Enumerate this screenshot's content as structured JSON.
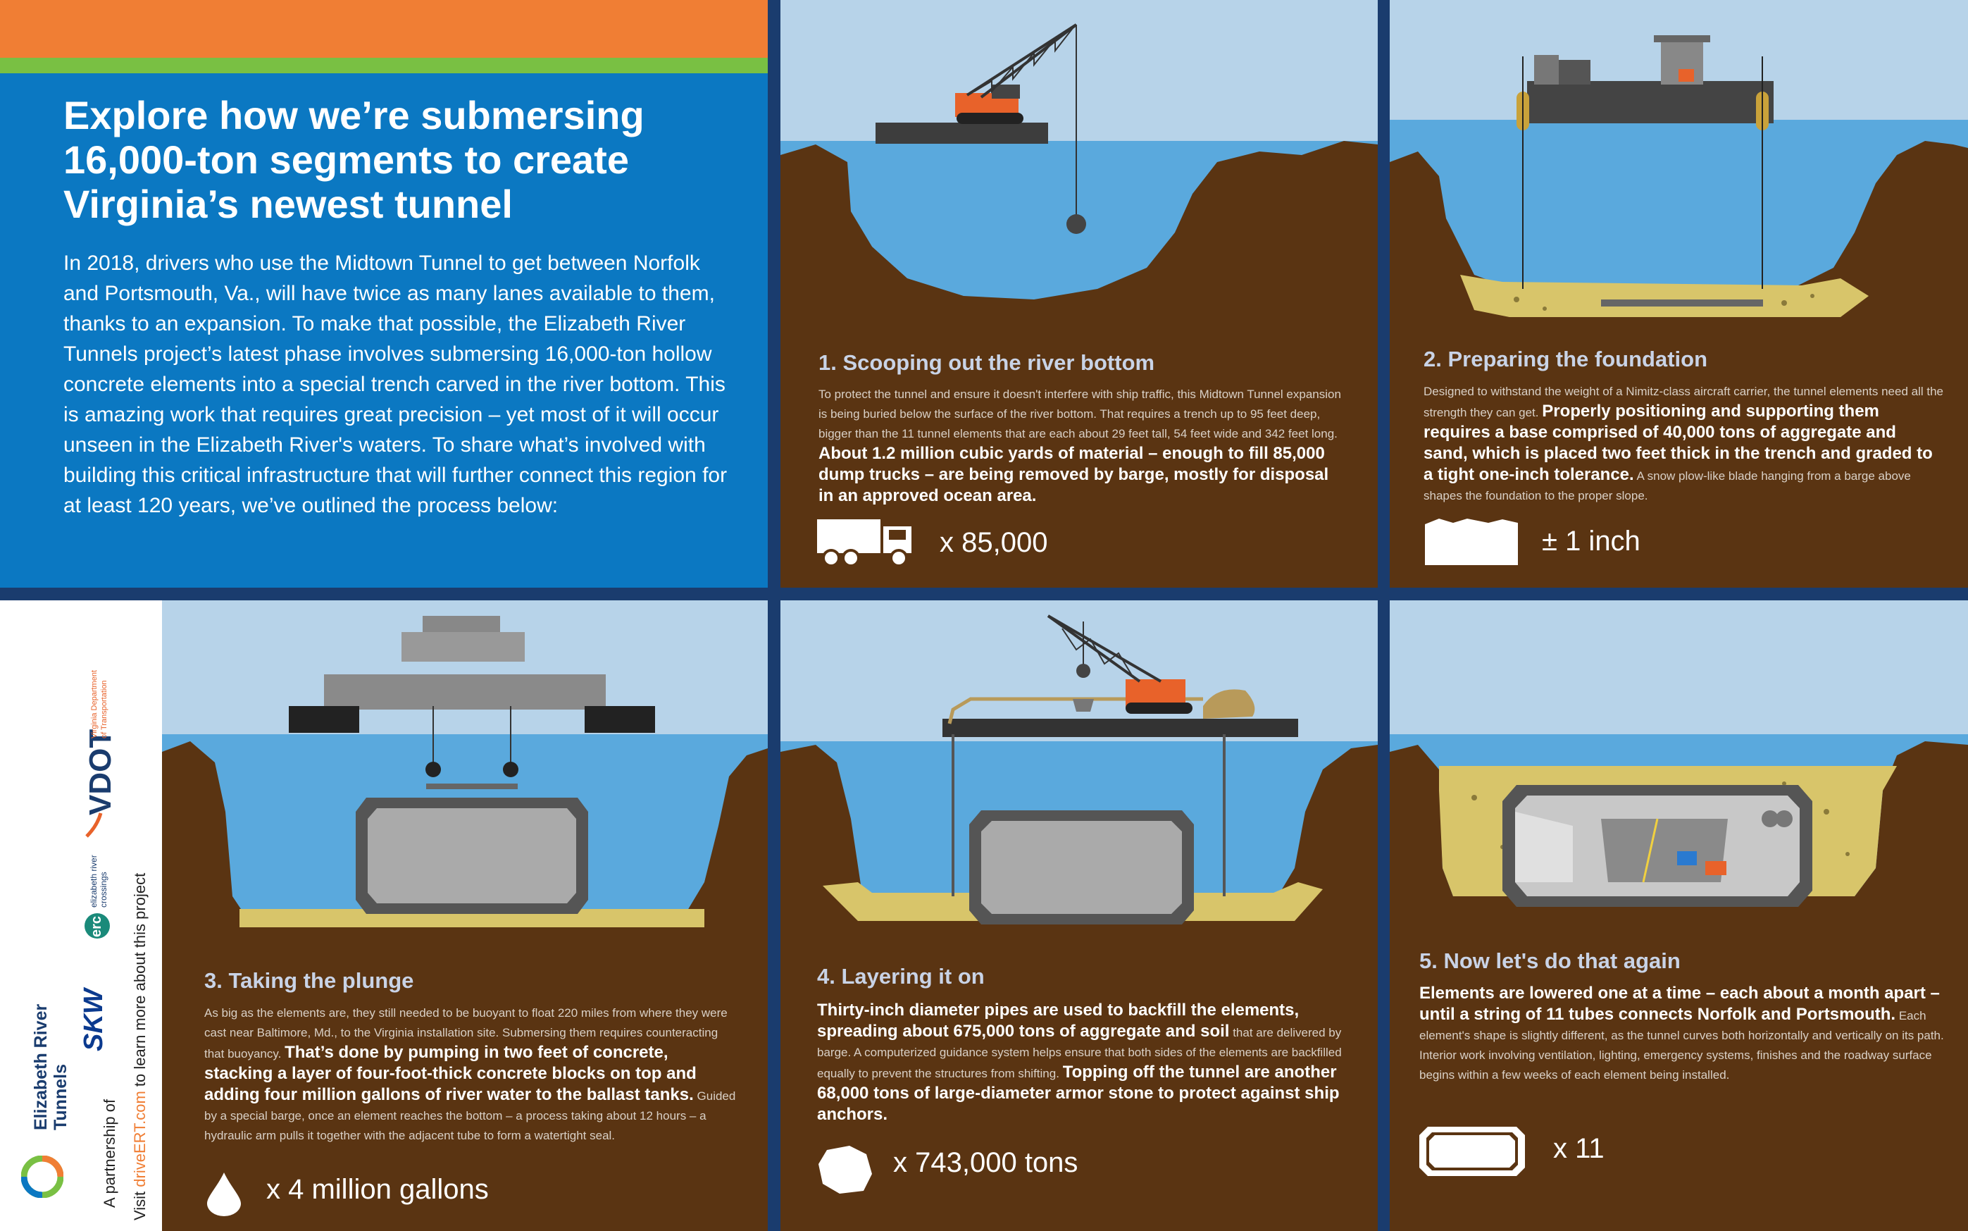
{
  "intro": {
    "title": "Explore how we’re submersing 16,000-ton segments to create Virginia’s newest tunnel",
    "body": "In 2018, drivers who use the Midtown Tunnel to get between Norfolk and Portsmouth, Va., will have twice as many lanes available to them, thanks to an expansion. To make that possible, the Elizabeth River Tunnels project’s latest phase involves submersing 16,000-ton hollow concrete elements into a special trench carved in the river bottom. This is amazing work that requires great precision – yet most of it will occur unseen in the Elizabeth River's waters. To share what’s involved with building this critical infrastructure that will further connect this region for at least 120 years, we’ve outlined the process below:"
  },
  "steps": [
    {
      "title": "1. Scooping out the river bottom",
      "body_a": "To protect the tunnel and ensure it doesn't interfere with ship traffic, this Midtown Tunnel expansion is being buried below the surface of the river bottom. That requires a trench up to 95 feet deep, bigger than the 11 tunnel elements that are each about 29 feet tall, 54 feet wide and 342 feet long.",
      "body_b": "About 1.2 million cubic yards of material – enough to fill 85,000 dump trucks – are being removed by barge, mostly for disposal in an approved ocean area.",
      "body_c": "",
      "stat": "x 85,000",
      "stat_icon": "dump-truck-icon"
    },
    {
      "title": "2. Preparing the foundation",
      "body_a": "Designed to withstand the weight of a Nimitz-class aircraft carrier, the tunnel elements need all the strength they can get.",
      "body_b": "Properly positioning and supporting them requires a base comprised of 40,000 tons of aggregate and sand, which is placed two feet thick in the trench and graded to a tight one-inch tolerance.",
      "body_c": "A snow plow-like blade hanging from a barge above shapes the foundation to the proper slope.",
      "stat": "± 1 inch",
      "stat_icon": "graded-surface-icon"
    },
    {
      "title": "3. Taking the plunge",
      "body_a": "As big as the elements are, they still needed to be buoyant to float 220 miles from where they were cast near Baltimore, Md., to the Virginia installation site. Submersing them requires counteracting that buoyancy.",
      "body_b": "That’s done by pumping in two feet of concrete, stacking a layer of four-foot-thick concrete blocks on top and adding four million gallons of river water to the ballast tanks.",
      "body_c": "Guided by a special barge, once an element reaches the bottom – a process taking about 12 hours – a hydraulic arm pulls it together with the adjacent tube to form a watertight seal.",
      "stat": "x 4 million gallons",
      "stat_icon": "water-drop-icon"
    },
    {
      "title": "4. Layering it on",
      "body_a": "",
      "body_b": "Thirty-inch diameter pipes are used to backfill the elements, spreading about 675,000 tons of aggregate and soil",
      "body_c": "that are delivered by barge. A computerized guidance system helps ensure that both sides of the elements are backfilled equally to prevent the structures from shifting.",
      "body_d": "Topping off the tunnel are another 68,000 tons of large-diameter armor stone to protect against ship anchors.",
      "stat": "x 743,000 tons",
      "stat_icon": "stone-icon"
    },
    {
      "title": "5. Now let's do that again",
      "body_a": "",
      "body_b": "Elements are lowered one at a time – each about a month apart – until a string of 11 tubes connects Norfolk and Portsmouth.",
      "body_c": "Each element's shape is slightly different, as the tunnel curves both horizontally and vertically on its path. Interior work involving ventilation, lighting, emergency systems, finishes and the roadway surface begins within a few weeks of each element being installed.",
      "stat": "x 11",
      "stat_icon": "tunnel-element-icon"
    }
  ],
  "sidebar": {
    "partnership": "A partnership of",
    "visit_pre": "Visit ",
    "visit_link": "driveERT.com",
    "visit_post": " to learn more about this project",
    "logo_ert_line1": "Elizabeth River",
    "logo_ert_line2": "Tunnels",
    "logo_skw": "SKW",
    "logo_erc": "erc",
    "logo_erc_text1": "elizabeth river",
    "logo_erc_text2": "crossings",
    "logo_vdot": "VDOT",
    "logo_vdot_text1": "Virginia Department",
    "logo_vdot_text2": "of Transportation"
  },
  "colors": {
    "river_brown": "#5a3412",
    "water_blue": "#5aa9dd",
    "sky_blue": "#b7d3e9",
    "sand": "#d8c56a",
    "intro_blue": "#0b78c2",
    "orange": "#f07e34",
    "green": "#79c043",
    "crane_orange": "#e8622a",
    "link_orange": "#f07e34"
  }
}
